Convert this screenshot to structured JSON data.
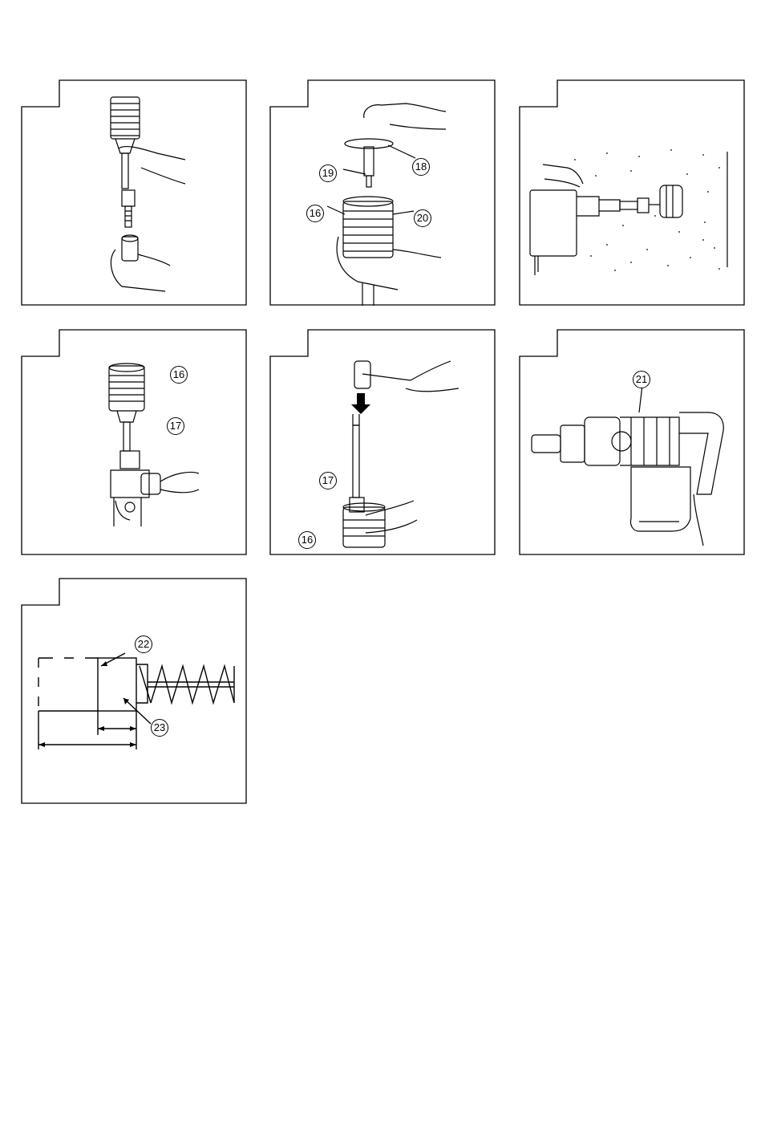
{
  "figure_panels": [
    {
      "id": "panel-1",
      "callouts": []
    },
    {
      "id": "panel-2",
      "callouts": [
        "18",
        "19",
        "16",
        "20"
      ]
    },
    {
      "id": "panel-3",
      "callouts": []
    },
    {
      "id": "panel-4",
      "callouts": [
        "16",
        "17"
      ]
    },
    {
      "id": "panel-5",
      "callouts": [
        "17",
        "16"
      ]
    },
    {
      "id": "panel-6",
      "callouts": [
        "21"
      ]
    },
    {
      "id": "panel-7",
      "callouts": [
        "22",
        "23"
      ]
    }
  ]
}
